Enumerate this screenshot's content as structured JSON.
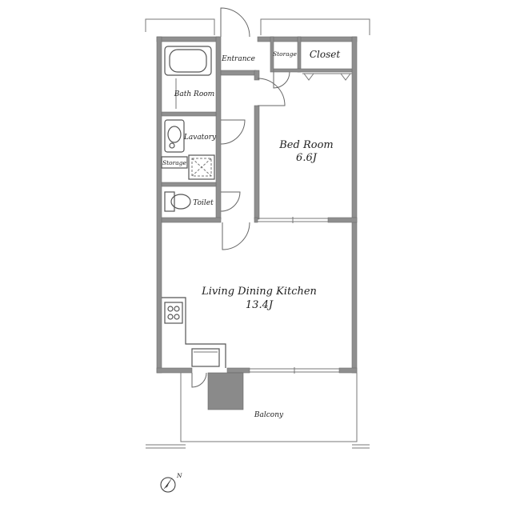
{
  "rooms": {
    "entrance": "Entrance",
    "storage_top": "Storage",
    "closet": "Closet",
    "bath_room": "Bath Room",
    "lavatory": "Lavatory",
    "storage_small": "Storage",
    "toilet": "Toilet",
    "bed_room": "Bed Room",
    "bed_room_size": "6.6J",
    "ldk": "Living Dining Kitchen",
    "ldk_size": "13.4J",
    "balcony": "Balcony"
  },
  "compass": {
    "label": "N"
  },
  "colors": {
    "wall": "#8f8f8f",
    "background": "#ffffff",
    "text": "#222222"
  }
}
